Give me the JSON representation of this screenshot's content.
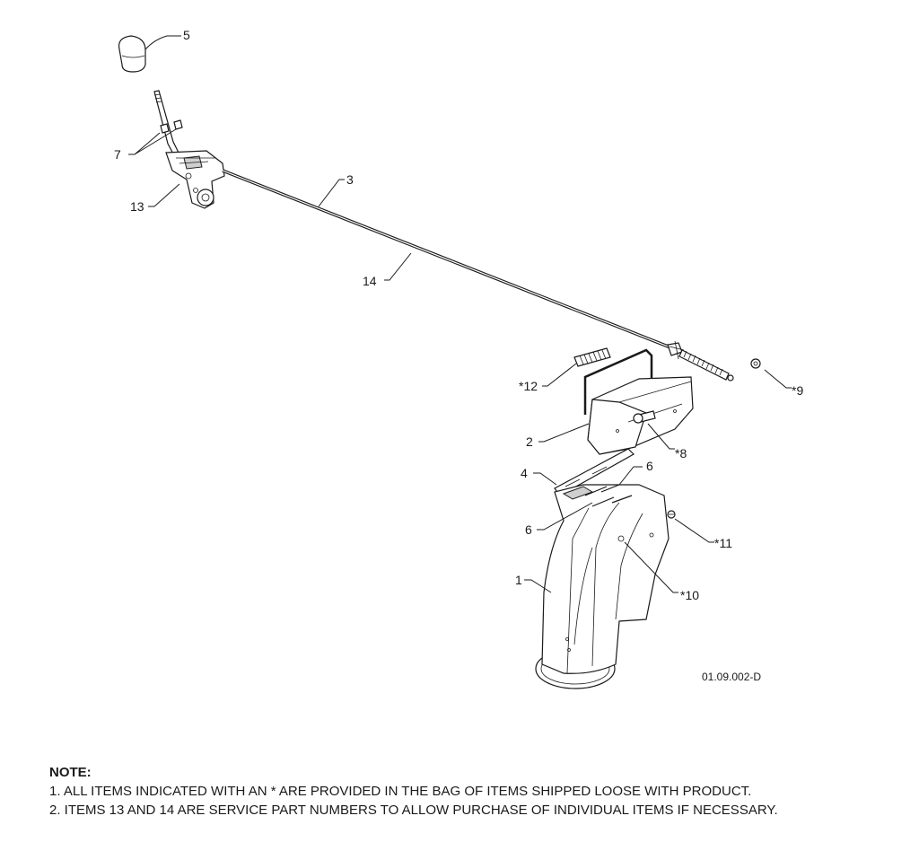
{
  "drawing_code": "01.09.002-D",
  "callouts": [
    {
      "id": "c5",
      "text": "5"
    },
    {
      "id": "c7",
      "text": "7"
    },
    {
      "id": "c13",
      "text": "13"
    },
    {
      "id": "c3",
      "text": "3"
    },
    {
      "id": "c14",
      "text": "14"
    },
    {
      "id": "c12",
      "text": "*12"
    },
    {
      "id": "c9",
      "text": "*9"
    },
    {
      "id": "c2",
      "text": "2"
    },
    {
      "id": "c8",
      "text": "*8"
    },
    {
      "id": "c4",
      "text": "4"
    },
    {
      "id": "c6a",
      "text": "6"
    },
    {
      "id": "c6b",
      "text": "6"
    },
    {
      "id": "c11",
      "text": "*11"
    },
    {
      "id": "c1",
      "text": "1"
    },
    {
      "id": "c10",
      "text": "*10"
    }
  ],
  "notes": {
    "heading": "NOTE:",
    "lines": [
      "1. ALL ITEMS INDICATED WITH AN * ARE PROVIDED IN THE BAG OF ITEMS SHIPPED LOOSE WITH PRODUCT.",
      "2. ITEMS 13 AND 14 ARE SERVICE PART NUMBERS TO ALLOW PURCHASE OF INDIVIDUAL ITEMS IF NECESSARY."
    ]
  }
}
